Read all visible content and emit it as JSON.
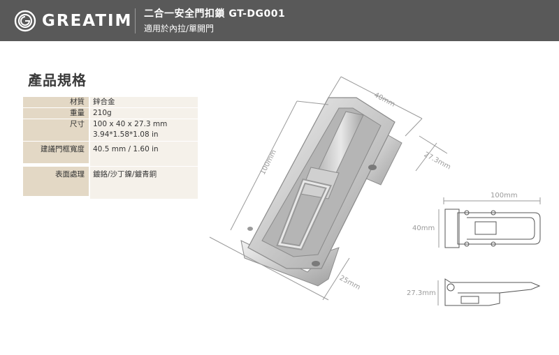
{
  "header": {
    "brand": "GREATIM",
    "product_title": "二合一安全門扣鎖 GT-DG001",
    "product_subtitle": "適用於內拉/單開門"
  },
  "section_title": "產品規格",
  "specs": [
    {
      "label": "材質",
      "value": "鋅合金"
    },
    {
      "label": "重量",
      "value": "210g"
    },
    {
      "label": "尺寸",
      "value": "100 x 40 x 27.3 mm",
      "value2": "3.94*1.58*1.08 in"
    },
    {
      "label": "建議門框寬度",
      "value": "40.5 mm / 1.60 in"
    },
    {
      "label": "表面處理",
      "value": "鍍鉻/沙丁鎳/鍍青銅"
    }
  ],
  "dimensions": {
    "main_width": "40mm",
    "main_length": "100mm",
    "main_depth": "27.3mm",
    "main_base": "25mm",
    "top_view_length": "100mm",
    "top_view_width": "40mm",
    "side_view_height": "27.3mm"
  }
}
